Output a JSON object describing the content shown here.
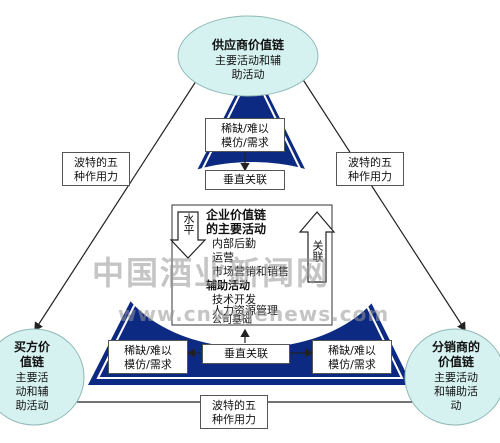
{
  "nodes": {
    "supplier": {
      "title": "供应商价值链",
      "line1": "主要活动和辅",
      "line2": "助活动"
    },
    "buyer": {
      "title_l1": "买方价",
      "title_l2": "值链",
      "line1": "主要活",
      "line2": "动和辅",
      "line3": "助活动"
    },
    "distributor": {
      "title_l1": "分销商的",
      "title_l2": "价值链",
      "line1": "主要活动",
      "line2": "和辅助活",
      "line3": "动"
    }
  },
  "porter": {
    "line1": "波特的五",
    "line2": "种作用力"
  },
  "scarcity": {
    "line1": "稀缺/难以",
    "line2": "模仿/需求"
  },
  "vertical_link": "垂直关联",
  "core": {
    "title_l1": "企业价值链",
    "title_l2": "的主要活动",
    "items": [
      "内部后勤",
      "运营",
      "市场营销和销售"
    ],
    "support_title": "辅助活动",
    "support_items": [
      "技术开发",
      "人力资源管理",
      "公司基础"
    ]
  },
  "horizontal_arrow": "水平",
  "link_arrow": "关联",
  "watermark": {
    "cn": "中国酒业新闻网",
    "url": "www.cnwinenews.com"
  },
  "colors": {
    "dark_blue": "#0d2a83",
    "circle_fill": "#d6f2f0",
    "line": "#222222"
  }
}
